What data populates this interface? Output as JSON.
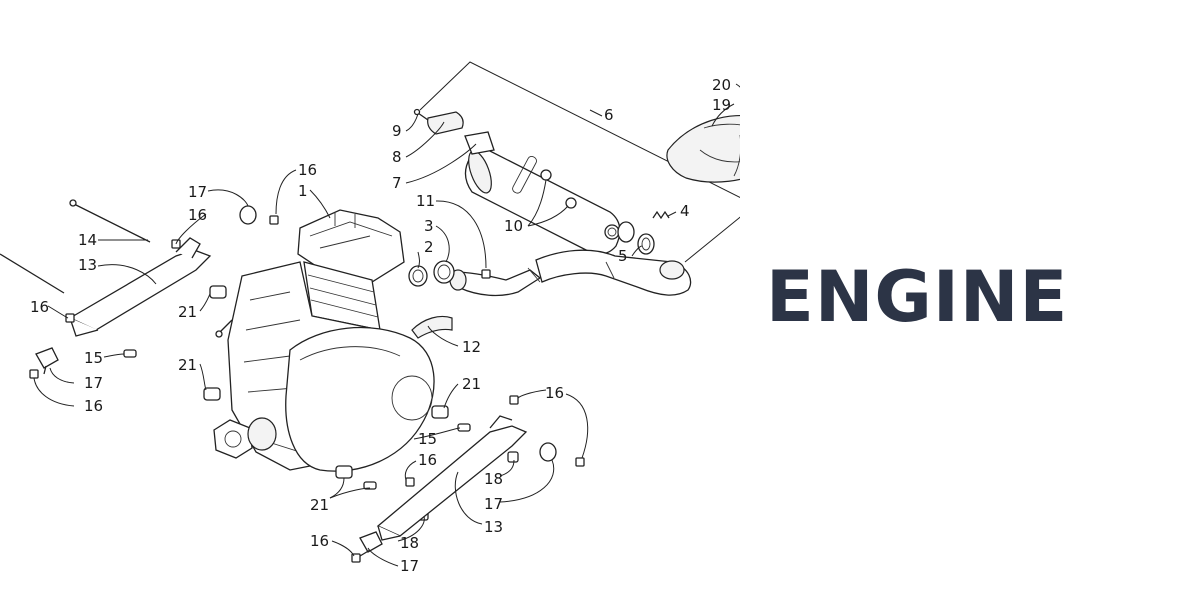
{
  "title": "ENGINE",
  "colors": {
    "title": "#2c3446",
    "line": "#222222",
    "background": "#ffffff"
  },
  "diagram": {
    "callouts": [
      {
        "id": "c20",
        "label": "20"
      },
      {
        "id": "c19",
        "label": "19"
      },
      {
        "id": "c6",
        "label": "6"
      },
      {
        "id": "c9",
        "label": "9"
      },
      {
        "id": "c8",
        "label": "8"
      },
      {
        "id": "c7",
        "label": "7"
      },
      {
        "id": "c10",
        "label": "10"
      },
      {
        "id": "c4",
        "label": "4"
      },
      {
        "id": "c5",
        "label": "5"
      },
      {
        "id": "c11",
        "label": "11"
      },
      {
        "id": "c3",
        "label": "3"
      },
      {
        "id": "c2",
        "label": "2"
      },
      {
        "id": "c16a",
        "label": "16"
      },
      {
        "id": "c1",
        "label": "1"
      },
      {
        "id": "c17a",
        "label": "17"
      },
      {
        "id": "c16b",
        "label": "16"
      },
      {
        "id": "c14",
        "label": "14"
      },
      {
        "id": "c13a",
        "label": "13"
      },
      {
        "id": "c16c",
        "label": "16"
      },
      {
        "id": "c21a",
        "label": "21"
      },
      {
        "id": "c15a",
        "label": "15"
      },
      {
        "id": "c21b",
        "label": "21"
      },
      {
        "id": "c17b",
        "label": "17"
      },
      {
        "id": "c16d",
        "label": "16"
      },
      {
        "id": "c12",
        "label": "12"
      },
      {
        "id": "c21c",
        "label": "21"
      },
      {
        "id": "c16e",
        "label": "16"
      },
      {
        "id": "c15b",
        "label": "15"
      },
      {
        "id": "c16f",
        "label": "16"
      },
      {
        "id": "c18a",
        "label": "18"
      },
      {
        "id": "c17c",
        "label": "17"
      },
      {
        "id": "c13b",
        "label": "13"
      },
      {
        "id": "c21d",
        "label": "21"
      },
      {
        "id": "c16g",
        "label": "16"
      },
      {
        "id": "c18b",
        "label": "18"
      },
      {
        "id": "c17d",
        "label": "17"
      }
    ]
  }
}
